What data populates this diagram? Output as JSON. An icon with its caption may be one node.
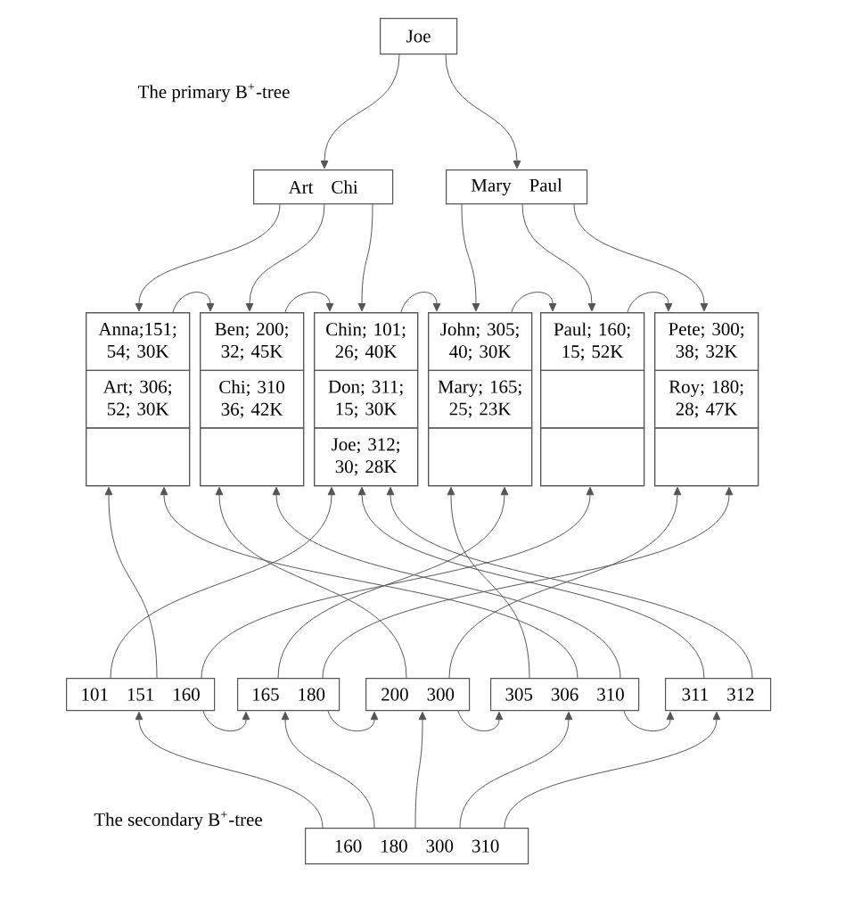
{
  "diagram": {
    "nodes": [
      {
        "text": [
          "Joe"
        ]
      },
      {
        "text": [
          "Art",
          "Chi"
        ]
      },
      {
        "text": [
          "Mary",
          "Paul"
        ]
      },
      {
        "text": [],
        "shape": "box"
      },
      {
        "text": [
          "Anna;151; 54; 30K"
        ],
        "in": 3
      },
      {
        "text": [
          "Art; 306; 52; 30K"
        ],
        "in": 3
      },
      {
        "text": [],
        "shape": "box",
        "in": 3
      },
      {
        "text": [],
        "shape": "box"
      },
      {
        "text": [
          "Ben; 200; 32; 45K"
        ],
        "in": 7
      },
      {
        "text": [
          "Chi; 310 36; 42K"
        ],
        "in": 7
      },
      {
        "text": [],
        "shape": "box",
        "in": 7
      },
      {
        "text": [],
        "shape": "box"
      },
      {
        "text": [
          "Chin; 101; 26; 40K"
        ],
        "in": 11
      },
      {
        "text": [
          "Don; 311; 15; 30K"
        ],
        "in": 11
      },
      {
        "text": [
          "Joe; 312; 30; 28K"
        ],
        "in": 11
      },
      {
        "text": [],
        "shape": "box"
      },
      {
        "text": [
          "John; 305; 40; 30K"
        ],
        "in": 15
      },
      {
        "text": [
          "Mary; 165; 25; 23K"
        ],
        "in": 15
      },
      {
        "text": [],
        "shape": "box",
        "in": 15
      },
      {
        "text": [],
        "shape": "box"
      },
      {
        "text": [
          "Paul; 160; 15; 52K"
        ],
        "in": 19
      },
      {
        "text": [],
        "shape": "box",
        "in": 19
      },
      {
        "text": [],
        "shape": "box",
        "in": 19
      },
      {
        "text": [],
        "shape": "box"
      },
      {
        "text": [
          "Pete; 300; 38; 32K"
        ],
        "in": 23
      },
      {
        "text": [
          "Roy; 180; 28; 47K"
        ],
        "in": 23
      },
      {
        "text": [],
        "shape": "box",
        "in": 23
      },
      {
        "text": [
          "101",
          "151",
          "160"
        ]
      },
      {
        "text": [
          "165",
          "180"
        ]
      },
      {
        "text": [
          "200",
          "300"
        ]
      },
      {
        "text": [
          "305",
          "306",
          "310"
        ]
      },
      {
        "text": [
          "311",
          "312"
        ]
      },
      {
        "text": [
          "160",
          "180",
          "300",
          "310"
        ]
      }
    ],
    "edges": [
      {
        "from": 0,
        "to": 1,
        "arrow": "to"
      },
      {
        "from": 0,
        "to": 2,
        "arrow": "to"
      },
      {
        "from": 1,
        "to": 3,
        "arrow": "to"
      },
      {
        "from": 1,
        "to": 7,
        "arrow": "to"
      },
      {
        "from": 1,
        "to": 11,
        "arrow": "to"
      },
      {
        "from": 2,
        "to": 15,
        "arrow": "to"
      },
      {
        "from": 2,
        "to": 19,
        "arrow": "to"
      },
      {
        "from": 2,
        "to": 23,
        "arrow": "to"
      },
      {
        "from": 3,
        "to": 7,
        "arrow": "to"
      },
      {
        "from": 7,
        "to": 11,
        "arrow": "to"
      },
      {
        "from": 11,
        "to": 15,
        "arrow": "to"
      },
      {
        "from": 15,
        "to": 19,
        "arrow": "to"
      },
      {
        "from": 19,
        "to": 23,
        "arrow": "to"
      },
      {
        "from": 27,
        "to": 11,
        "arrow": "to"
      },
      {
        "from": 27,
        "to": 3,
        "arrow": "to"
      },
      {
        "from": 27,
        "to": 19,
        "arrow": "to"
      },
      {
        "from": 28,
        "to": 15,
        "arrow": "to"
      },
      {
        "from": 28,
        "to": 23,
        "arrow": "to"
      },
      {
        "from": 29,
        "to": 7,
        "arrow": "to"
      },
      {
        "from": 29,
        "to": 23,
        "arrow": "to"
      },
      {
        "from": 30,
        "to": 15,
        "arrow": "to"
      },
      {
        "from": 30,
        "to": 3,
        "arrow": "to"
      },
      {
        "from": 30,
        "to": 7,
        "arrow": "to"
      },
      {
        "from": 31,
        "to": 11,
        "arrow": "to"
      },
      {
        "from": 31,
        "to": 11,
        "arrow": "to"
      },
      {
        "from": 27,
        "to": 28,
        "arrow": "to"
      },
      {
        "from": 28,
        "to": 29,
        "arrow": "to"
      },
      {
        "from": 29,
        "to": 30,
        "arrow": "to"
      },
      {
        "from": 30,
        "to": 31,
        "arrow": "to"
      },
      {
        "from": 32,
        "to": 27,
        "arrow": "to"
      },
      {
        "from": 32,
        "to": 28,
        "arrow": "to"
      },
      {
        "from": 32,
        "to": 29,
        "arrow": "to"
      },
      {
        "from": 32,
        "to": 30,
        "arrow": "to"
      },
      {
        "from": 32,
        "to": 31,
        "arrow": "to"
      }
    ],
    "labels": [
      "The primary B$^{+}$-tree",
      "The secondary B$^{+}$-tree"
    ]
  }
}
